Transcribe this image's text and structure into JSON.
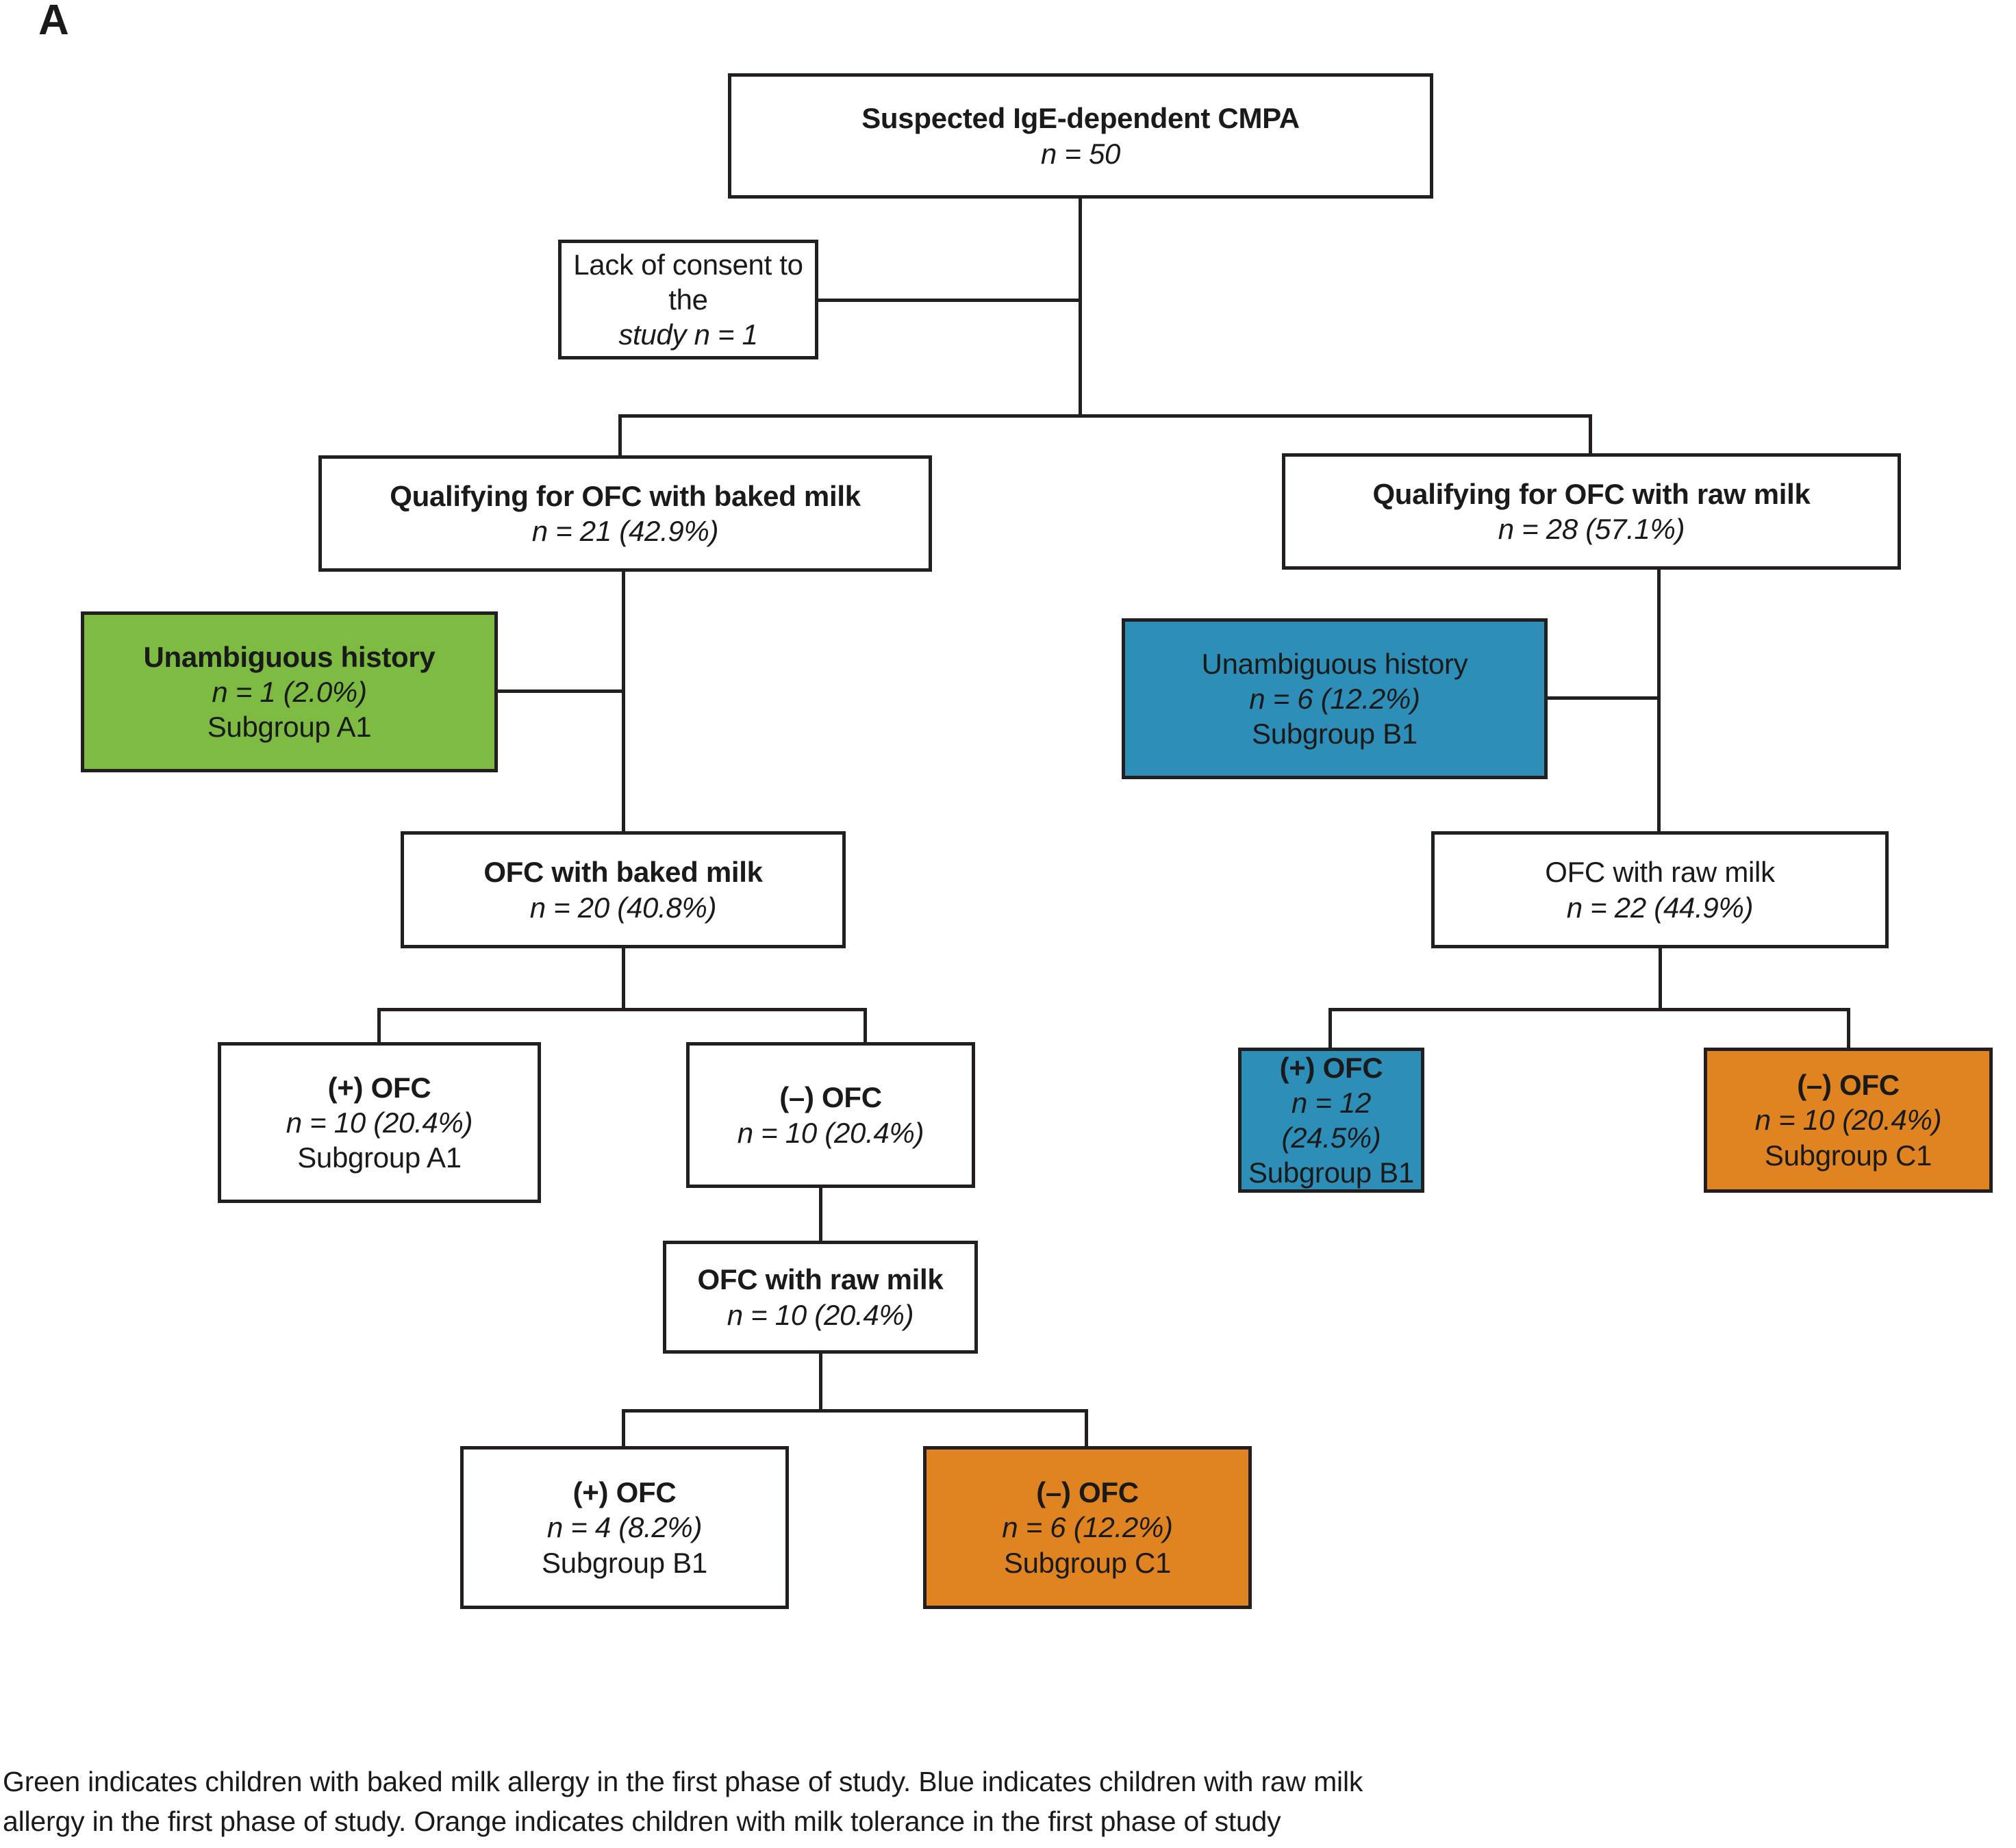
{
  "panel": {
    "letter": "A"
  },
  "nodes": {
    "root": {
      "line1": "Suspected IgE-dependent CMPA",
      "line2": "n = 50"
    },
    "no_consent": {
      "line1": "Lack of consent to the",
      "line2": "study n = 1"
    },
    "qual_baked": {
      "line1": "Qualifying for OFC with baked milk",
      "line2": "n = 21 (42.9%)"
    },
    "qual_raw": {
      "line1": "Qualifying for OFC with raw milk",
      "line2": "n = 28 (57.1%)"
    },
    "hist_a1": {
      "line1": "Unambiguous history",
      "line2": "n = 1 (2.0%)",
      "line3": "Subgroup A1"
    },
    "hist_b1": {
      "line1": "Unambiguous history",
      "line2": "n = 6 (12.2%)",
      "line3": "Subgroup B1"
    },
    "ofc_baked": {
      "line1": "OFC with baked milk",
      "line2": "n = 20 (40.8%)"
    },
    "ofc_raw_top": {
      "line1": "OFC with raw milk",
      "line2": "n = 22 (44.9%)"
    },
    "pos_a1": {
      "line1": "(+) OFC",
      "line2": "n = 10 (20.4%)",
      "line3": "Subgroup A1"
    },
    "neg_baked": {
      "line1": "(–) OFC",
      "line2": "n = 10 (20.4%)"
    },
    "pos_b1": {
      "line1": "(+) OFC",
      "line2": "n = 12 (24.5%)",
      "line3": "Subgroup B1"
    },
    "neg_c1": {
      "line1": "(–) OFC",
      "line2": "n = 10 (20.4%)",
      "line3": "Subgroup C1"
    },
    "ofc_raw_mid": {
      "line1": "OFC with raw milk",
      "line2": "n = 10 (20.4%)"
    },
    "pos_b1_low": {
      "line1": "(+) OFC",
      "line2": "n = 4 (8.2%)",
      "line3": "Subgroup B1"
    },
    "neg_c1_low": {
      "line1": "(–) OFC",
      "line2": "n = 6 (12.2%)",
      "line3": "Subgroup C1"
    }
  },
  "caption": {
    "line1": "Green indicates children with baked milk allergy in the first phase of study. Blue indicates children with raw milk",
    "line2": "allergy in the first phase of study. Orange indicates children with milk tolerance in the first phase of study"
  },
  "colors": {
    "green": "#7DBB42",
    "blue": "#2D8FB8",
    "orange": "#DF8420",
    "stroke": "#231f20",
    "text": "#1a1a1a"
  }
}
